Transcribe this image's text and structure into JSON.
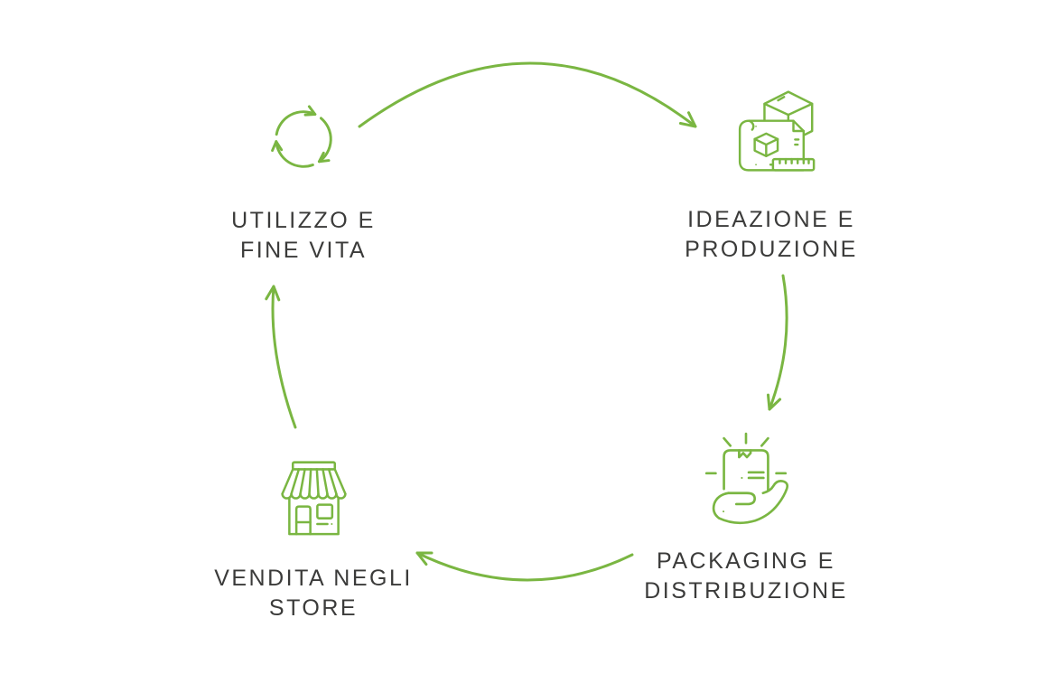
{
  "colors": {
    "accent_green": "#7ab642",
    "label_text": "#3b3b3a",
    "background": "#ffffff"
  },
  "diagram": {
    "type": "cycle",
    "nodes": [
      {
        "id": "utilizzo-e-fine-vita",
        "icon": "recycle-arrows-icon",
        "label": [
          "UTILIZZO E",
          "FINE VITA"
        ]
      },
      {
        "id": "ideazione-e-produzione",
        "icon": "blueprint-cube-ruler-icon",
        "label": [
          "IDEAZIONE E",
          "PRODUZIONE"
        ]
      },
      {
        "id": "packaging-e-distribuzione",
        "icon": "hand-holding-package-icon",
        "label": [
          "PACKAGING E",
          "DISTRIBUZIONE"
        ]
      },
      {
        "id": "vendita-negli-store",
        "icon": "storefront-icon",
        "label": [
          "VENDITA NEGLI",
          "STORE"
        ]
      }
    ],
    "connections": [
      {
        "from": "utilizzo-e-fine-vita",
        "to": "ideazione-e-produzione"
      },
      {
        "from": "ideazione-e-produzione",
        "to": "packaging-e-distribuzione"
      },
      {
        "from": "packaging-e-distribuzione",
        "to": "vendita-negli-store"
      },
      {
        "from": "vendita-negli-store",
        "to": "utilizzo-e-fine-vita"
      }
    ]
  }
}
